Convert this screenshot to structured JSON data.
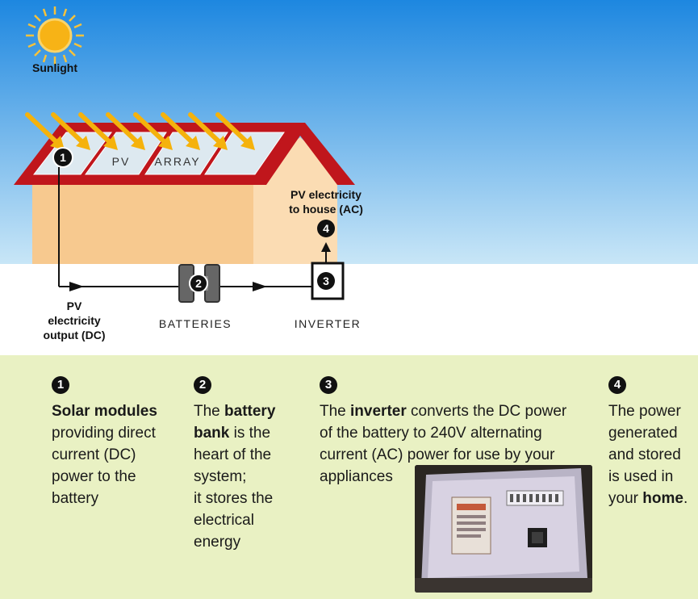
{
  "labels": {
    "sunlight": "Sunlight",
    "pv": "PV",
    "array": "ARRAY",
    "pv_to_house_line1": "PV electricity",
    "pv_to_house_line2": "to house (AC)",
    "pv_output_line1": "PV",
    "pv_output_line2": "electricity",
    "pv_output_line3": "output (DC)",
    "batteries": "BATTERIES",
    "inverter": "INVERTER"
  },
  "numbers": {
    "n1": "1",
    "n2": "2",
    "n3": "3",
    "n4": "4"
  },
  "steps": [
    {
      "num": "1",
      "bold_lead": "Solar modules",
      "lines": [
        "providing direct",
        "current (DC)",
        "power to the",
        "battery"
      ]
    },
    {
      "num": "2",
      "line1_pre": "The ",
      "line1_bold": "battery",
      "line2_bold": "bank",
      "line2_post": " is the",
      "lines": [
        "heart of the",
        "system;",
        "it stores the",
        "electrical",
        "energy"
      ]
    },
    {
      "num": "3",
      "line1_pre": "The ",
      "line1_bold": "inverter",
      "line1_post": " converts the DC power",
      "lines": [
        "of the battery to 240V alternating",
        "current (AC) power for use by your",
        "appliances"
      ]
    },
    {
      "num": "4",
      "lines": [
        "The power",
        "generated",
        "and stored",
        "is used in"
      ],
      "last_pre": "your ",
      "last_bold": "home",
      "last_post": "."
    }
  ],
  "colors": {
    "sky_top": "#1d87e0",
    "sky_bottom": "#c4e4f6",
    "roof": "#c0161c",
    "house_wall": "#f7c98f",
    "house_side": "#fbdcb3",
    "panel": "#dde9f0",
    "sun": "#f7b316",
    "arrow": "#f5b20c",
    "panel_bg": "#e9f1c3"
  }
}
